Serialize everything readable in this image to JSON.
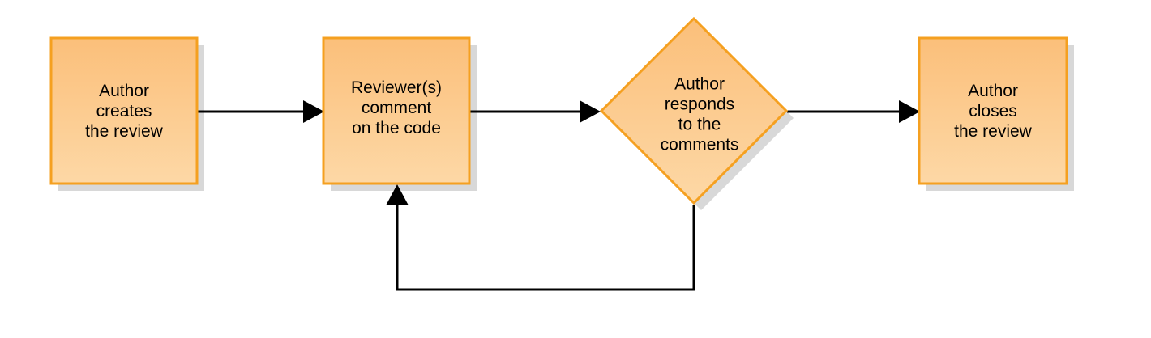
{
  "colors": {
    "node_fill_top": "#fbbf7a",
    "node_fill_bottom": "#fdd8a6",
    "node_stroke": "#f5a020",
    "shadow": "#d8d8d8",
    "connector": "#000000"
  },
  "nodes": {
    "create": {
      "lines": [
        "Author",
        "creates",
        "the review"
      ]
    },
    "comment": {
      "lines": [
        "Reviewer(s)",
        "comment",
        "on the code"
      ]
    },
    "respond": {
      "lines": [
        "Author",
        "responds",
        "to the",
        "comments"
      ]
    },
    "close": {
      "lines": [
        "Author",
        "closes",
        "the review"
      ]
    }
  }
}
